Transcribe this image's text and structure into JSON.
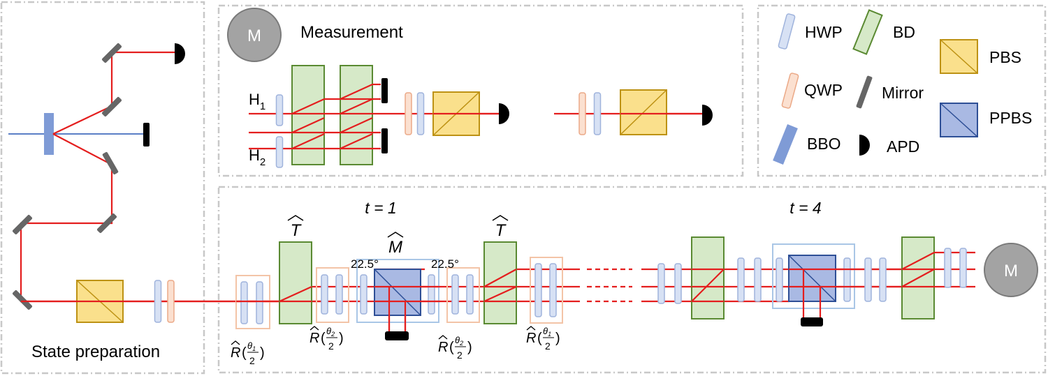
{
  "panels": {
    "state_preparation": "State preparation",
    "measurement": "Measurement"
  },
  "legend": {
    "hwp": "HWP",
    "bd": "BD",
    "pbs": "PBS",
    "qwp": "QWP",
    "mirror": "Mirror",
    "ppbs": "PPBS",
    "bbo": "BBO",
    "apd": "APD"
  },
  "measurement_module": {
    "symbol": "M",
    "h1": "H",
    "h1_sub": "1",
    "h2": "H",
    "h2_sub": "2"
  },
  "evolution": {
    "t1": "t = 1",
    "t4": "t = 4",
    "translation": "T",
    "meas_op": "M",
    "angle_left": "22.5°",
    "angle_right": "22.5°",
    "rotations": [
      {
        "op": "R",
        "num": "θ",
        "num_sub": "1",
        "den": "2"
      },
      {
        "op": "R",
        "num": "θ",
        "num_sub": "2",
        "den": "2"
      },
      {
        "op": "R",
        "num": "θ",
        "num_sub": "2",
        "den": "2"
      },
      {
        "op": "R",
        "num": "θ",
        "num_sub": "1",
        "den": "2"
      }
    ],
    "final_symbol": "M"
  }
}
